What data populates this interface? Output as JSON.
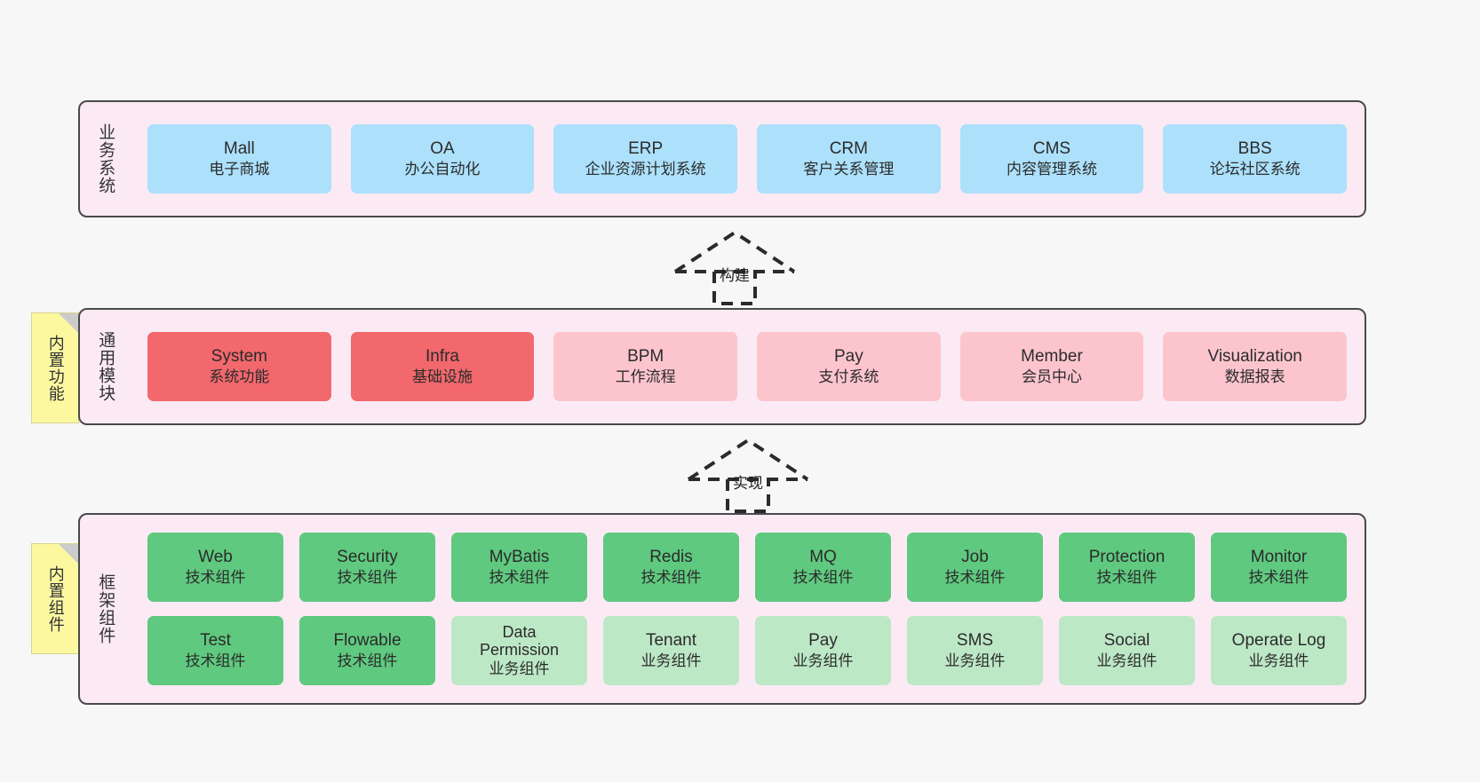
{
  "layers": [
    {
      "id": "business-system",
      "title": "业务系统",
      "cards": [
        {
          "name": "Mall",
          "desc": "电子商城"
        },
        {
          "name": "OA",
          "desc": "办公自动化"
        },
        {
          "name": "ERP",
          "desc": "企业资源计划系统"
        },
        {
          "name": "CRM",
          "desc": "客户关系管理"
        },
        {
          "name": "CMS",
          "desc": "内容管理系统"
        },
        {
          "name": "BBS",
          "desc": "论坛社区系统"
        }
      ]
    },
    {
      "id": "common-module",
      "title": "通用模块",
      "note": "内置功能",
      "cards": [
        {
          "name": "System",
          "desc": "系统功能",
          "style": "c-red"
        },
        {
          "name": "Infra",
          "desc": "基础设施",
          "style": "c-red"
        },
        {
          "name": "BPM",
          "desc": "工作流程",
          "style": "c-pink"
        },
        {
          "name": "Pay",
          "desc": "支付系统",
          "style": "c-pink"
        },
        {
          "name": "Member",
          "desc": "会员中心",
          "style": "c-pink"
        },
        {
          "name": "Visualization",
          "desc": "数据报表",
          "style": "c-pink"
        }
      ]
    },
    {
      "id": "framework-component",
      "title": "框架组件",
      "note": "内置组件",
      "cards": [
        {
          "name": "Web",
          "desc": "技术组件",
          "style": "c-green"
        },
        {
          "name": "Security",
          "desc": "技术组件",
          "style": "c-green"
        },
        {
          "name": "MyBatis",
          "desc": "技术组件",
          "style": "c-green"
        },
        {
          "name": "Redis",
          "desc": "技术组件",
          "style": "c-green"
        },
        {
          "name": "MQ",
          "desc": "技术组件",
          "style": "c-green"
        },
        {
          "name": "Job",
          "desc": "技术组件",
          "style": "c-green"
        },
        {
          "name": "Protection",
          "desc": "技术组件",
          "style": "c-green"
        },
        {
          "name": "Monitor",
          "desc": "技术组件",
          "style": "c-green"
        },
        {
          "name": "Test",
          "desc": "技术组件",
          "style": "c-green"
        },
        {
          "name": "Flowable",
          "desc": "技术组件",
          "style": "c-green"
        },
        {
          "name": "Data Permission",
          "desc": "业务组件",
          "style": "c-greenlight"
        },
        {
          "name": "Tenant",
          "desc": "业务组件",
          "style": "c-greenlight"
        },
        {
          "name": "Pay",
          "desc": "业务组件",
          "style": "c-greenlight"
        },
        {
          "name": "SMS",
          "desc": "业务组件",
          "style": "c-greenlight"
        },
        {
          "name": "Social",
          "desc": "业务组件",
          "style": "c-greenlight"
        },
        {
          "name": "Operate Log",
          "desc": "业务组件",
          "style": "c-greenlight"
        }
      ]
    }
  ],
  "connectors": [
    {
      "id": "build",
      "label": "构建"
    },
    {
      "id": "implement",
      "label": "实现"
    }
  ],
  "colors": {
    "band_fill": "#fbeaf4",
    "band_border": "#4a4a4a",
    "blue": "#ace0fb",
    "red": "#f2686d",
    "pink": "#fcc5cd",
    "green": "#5fc97f",
    "green_light": "#bde8c6",
    "note": "#fcf8a0",
    "background": "#f7f7f7"
  }
}
